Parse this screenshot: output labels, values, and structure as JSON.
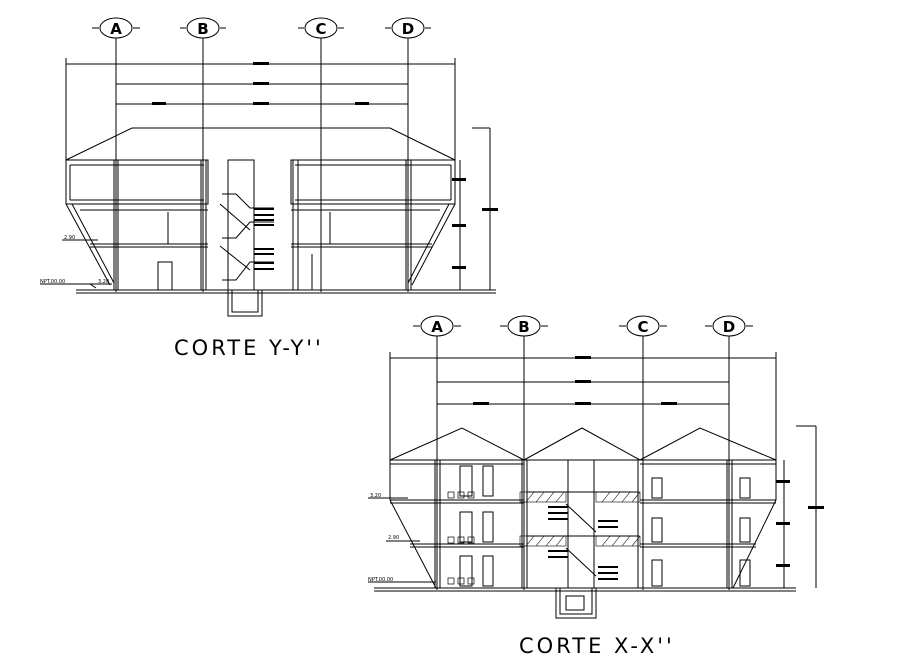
{
  "sections": [
    {
      "id": "y",
      "title": "CORTE Y-Y''",
      "axes": [
        "A",
        "B",
        "C",
        "D"
      ],
      "levels": [
        "NPT.00.00",
        "2.90",
        "3.20"
      ]
    },
    {
      "id": "x",
      "title": "CORTE X-X''",
      "axes": [
        "A",
        "B",
        "C",
        "D"
      ],
      "levels": [
        "NPT.00.00",
        "2.90",
        "3.20"
      ]
    }
  ]
}
